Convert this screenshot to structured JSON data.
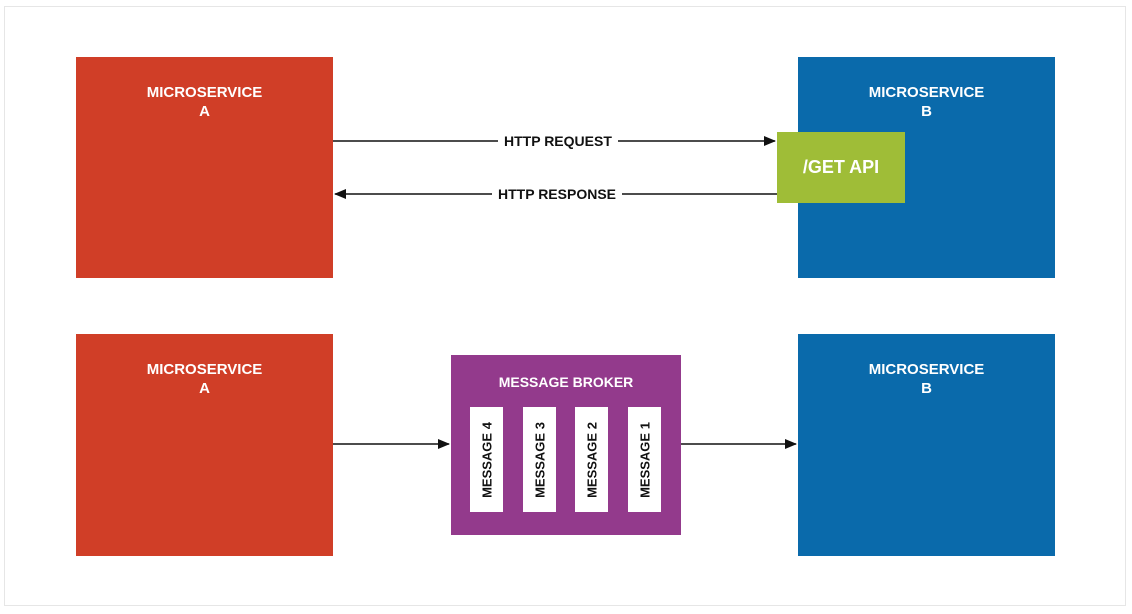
{
  "top_row": {
    "service_a": {
      "line1": "MICROSERVICE",
      "line2": "A"
    },
    "service_b": {
      "line1": "MICROSERVICE",
      "line2": "B"
    },
    "api": "/GET API",
    "request_label": "HTTP REQUEST",
    "response_label": "HTTP RESPONSE"
  },
  "bottom_row": {
    "service_a": {
      "line1": "MICROSERVICE",
      "line2": "A"
    },
    "service_b": {
      "line1": "MICROSERVICE",
      "line2": "B"
    },
    "broker": {
      "title": "MESSAGE BROKER",
      "messages": [
        "MESSAGE 4",
        "MESSAGE 3",
        "MESSAGE 2",
        "MESSAGE 1"
      ]
    }
  },
  "colors": {
    "service_a": "#d03e27",
    "service_b": "#0a6aab",
    "api": "#9fbd37",
    "broker": "#933a8c"
  }
}
